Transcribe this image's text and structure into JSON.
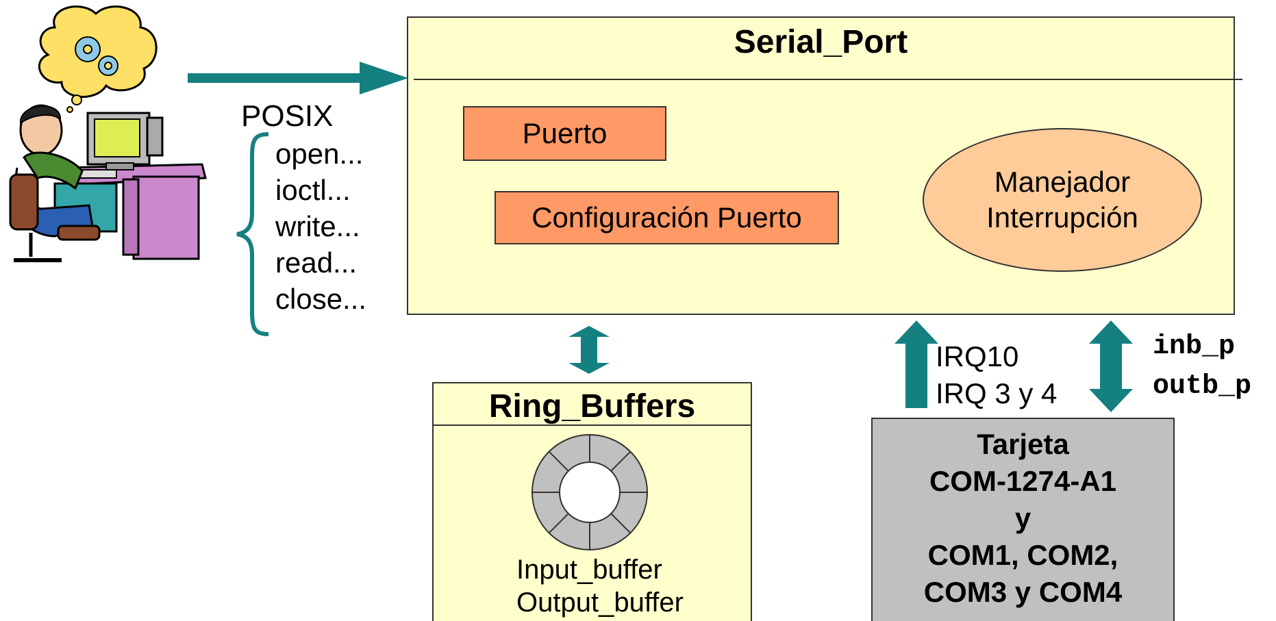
{
  "serial_port": {
    "title": "Serial_Port",
    "puerto": "Puerto",
    "configuracion": "Configuración Puerto",
    "manejador_line1": "Manejador",
    "manejador_line2": "Interrupción"
  },
  "posix": {
    "label": "POSIX",
    "calls": [
      "open...",
      "ioctl...",
      "write...",
      "read...",
      "close..."
    ]
  },
  "ring_buffers": {
    "title": "Ring_Buffers",
    "input": "Input_buffer",
    "output": "Output_buffer"
  },
  "irq": {
    "line1": "IRQ10",
    "line2": "IRQ 3 y 4"
  },
  "io": {
    "line1": "inb_p",
    "line2": "outb_p"
  },
  "tarjeta": {
    "lines": [
      "Tarjeta",
      "COM-1274-A1",
      "y",
      "COM1, COM2,",
      "COM3 y COM4"
    ]
  },
  "colors": {
    "arrow": "#158080",
    "box_fill": "#ffffcc",
    "orange": "#ff9966",
    "ellipse": "#ffcc99",
    "card": "#c0c0c0"
  },
  "icons": {
    "user": "user-at-computer-icon",
    "thought": "thought-cloud-gears-icon"
  }
}
